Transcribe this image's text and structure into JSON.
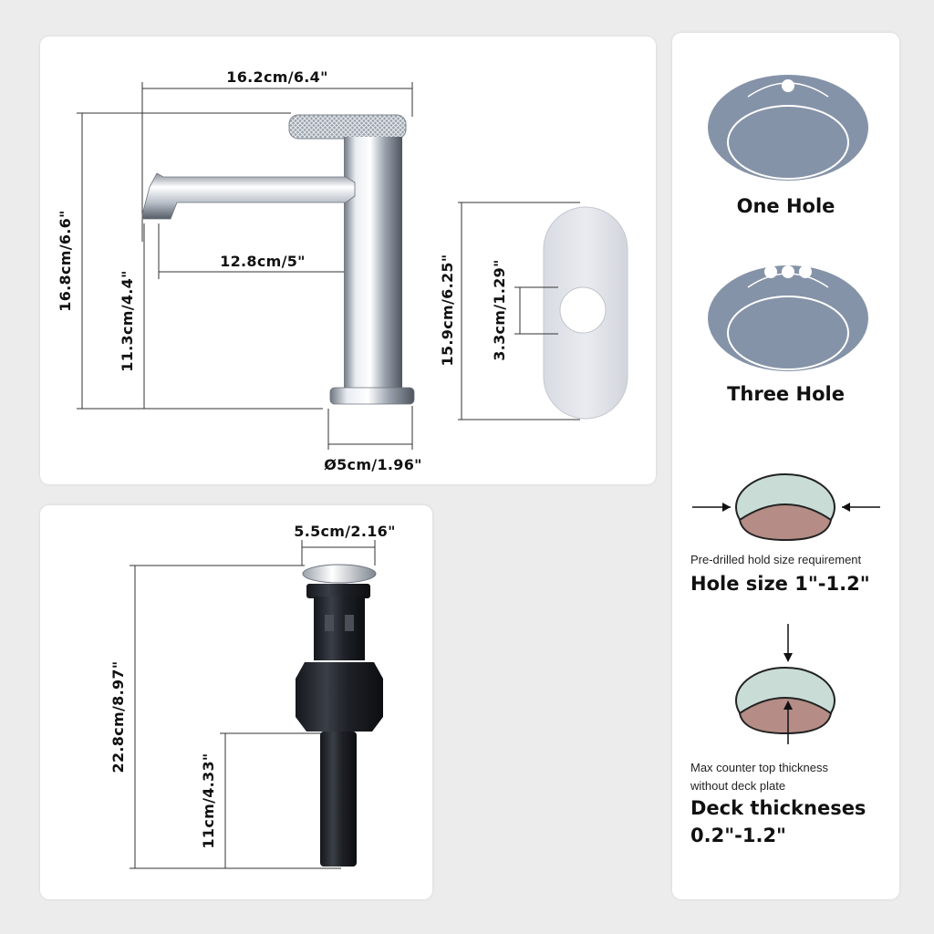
{
  "faucet": {
    "width_label": "16.2cm/6.4\"",
    "height_label": "16.8cm/6.6\"",
    "spout_height_label": "11.3cm/4.4\"",
    "reach_label": "12.8cm/5\"",
    "base_diameter_label": "Ø5cm/1.96\"",
    "plate_height_label": "15.9cm/6.25\"",
    "plate_hole_label": "3.3cm/1.29\""
  },
  "drain": {
    "cap_width_label": "5.5cm/2.16\"",
    "total_height_label": "22.8cm/8.97\"",
    "tail_height_label": "11cm/4.33\""
  },
  "install": {
    "one_hole_label": "One Hole",
    "three_hole_label": "Three Hole",
    "hole_req_caption": "Pre-drilled hold size requirement",
    "hole_size_label": "Hole size 1\"-1.2\"",
    "deck_caption_1": "Max counter top thickness",
    "deck_caption_2": "without deck plate",
    "deck_label_1": "Deck thickneses",
    "deck_label_2": "0.2\"-1.2\""
  },
  "colors": {
    "sink_blue": "#8593a8",
    "hole_mint": "#c9ddd6",
    "counter_brown": "#b58c86",
    "drain_black": "#1e2126"
  }
}
